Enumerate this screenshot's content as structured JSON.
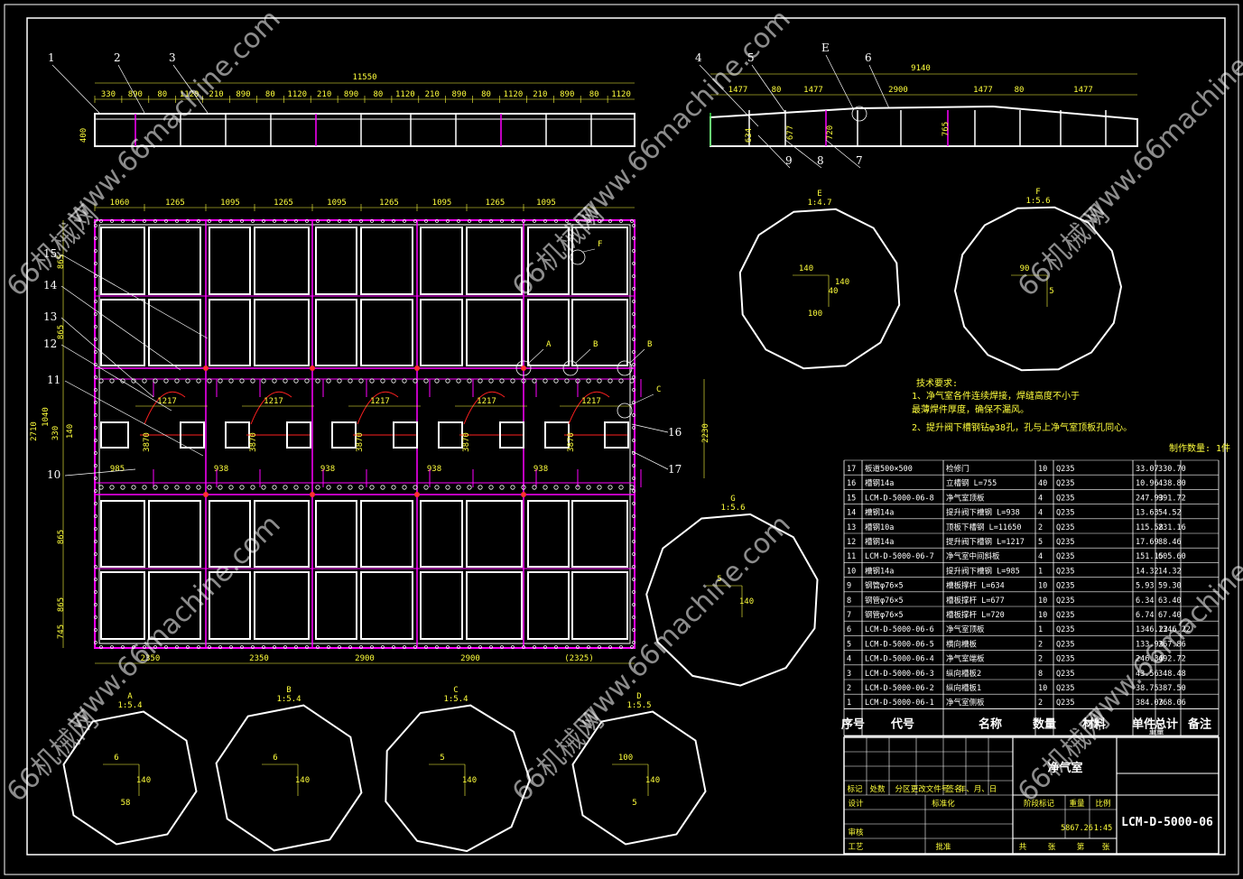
{
  "top_view": {
    "total_dim": "11550",
    "height_dim": "400",
    "segment_dims": [
      "330",
      "890",
      "80",
      "1120",
      "210",
      "890",
      "80",
      "1120",
      "210",
      "890",
      "80",
      "1120",
      "210",
      "890",
      "80",
      "1120",
      "210",
      "890",
      "80",
      "1120"
    ]
  },
  "side_view": {
    "total_dim": "9140",
    "segments": [
      "1477",
      "80",
      "1477",
      "2900",
      "1477",
      "80",
      "1477"
    ],
    "heights": [
      "634",
      "677",
      "720",
      "765"
    ]
  },
  "plan": {
    "top_dims": [
      "1060",
      "1265",
      "1095",
      "1265",
      "1095",
      "1265",
      "1095",
      "1265",
      "1095"
    ],
    "bottom_dims": [
      "2350",
      "2350",
      "2900",
      "2900",
      "(2325)"
    ],
    "left_dims": [
      "865",
      "865",
      "2710",
      "1040",
      "330",
      "140",
      "865",
      "865",
      "745"
    ],
    "right_dim": "2230",
    "inner_dims": [
      "1217",
      "1217",
      "1217",
      "1217",
      "1217"
    ],
    "inner_dims2": [
      "938",
      "938",
      "938",
      "938"
    ],
    "small_dims": [
      "985",
      "3870"
    ]
  },
  "part_labels": {
    "top": [
      "1",
      "2",
      "3",
      "4",
      "5",
      "E",
      "6",
      "9",
      "8",
      "7"
    ],
    "plan_left": [
      "15",
      "14",
      "13",
      "12",
      "11",
      "10"
    ],
    "plan_right": [
      "16",
      "17"
    ],
    "detail_tags": [
      "A",
      "B",
      "B",
      "C",
      "F"
    ]
  },
  "details": [
    {
      "label": "E",
      "scale": "1:4.7",
      "dims": [
        "140",
        "40",
        "100",
        "140"
      ]
    },
    {
      "label": "F",
      "scale": "1:5.6",
      "dims": [
        "90",
        "5"
      ]
    },
    {
      "label": "G",
      "scale": "1:5.6",
      "dims": [
        "5",
        "140"
      ]
    },
    {
      "label": "A",
      "scale": "1:5.4",
      "dims": [
        "6",
        "140",
        "58"
      ]
    },
    {
      "label": "B",
      "scale": "1:5.4",
      "dims": [
        "6",
        "140"
      ]
    },
    {
      "label": "C",
      "scale": "1:5.4",
      "dims": [
        "5",
        "140"
      ]
    },
    {
      "label": "D",
      "scale": "1:5.5",
      "dims": [
        "100",
        "140",
        "5"
      ]
    }
  ],
  "notes": {
    "title": "技术要求:",
    "lines": [
      "1、净气室各件连续焊接，焊缝高度不小于",
      "   最薄焊件厚度，确保不漏风。",
      "2、提升阀下槽钢钻φ38孔，孔与上净气室顶板孔同心。"
    ],
    "count": "制作数量: 1件"
  },
  "bom": {
    "headers": [
      "序号",
      "代号",
      "名称",
      "数量",
      "材料",
      "单件",
      "总计",
      "备注"
    ],
    "weight_header": "重量",
    "rows": [
      [
        "17",
        "板道500×500",
        "检修门",
        "10",
        "Q235",
        "33.07",
        "330.70"
      ],
      [
        "16",
        "槽钢14a",
        "立槽钢 L=755",
        "40",
        "Q235",
        "10.96",
        "438.80"
      ],
      [
        "15",
        "LCM-D-5000-06-8",
        "净气室顶板",
        "4",
        "Q235",
        "247.93",
        "991.72"
      ],
      [
        "14",
        "槽钢14a",
        "提升阀下槽钢 L=938",
        "4",
        "Q235",
        "13.63",
        "54.52"
      ],
      [
        "13",
        "槽钢10a",
        "顶板下槽钢 L=11650",
        "2",
        "Q235",
        "115.58",
        "231.16"
      ],
      [
        "12",
        "槽钢14a",
        "提升阀下槽钢 L=1217",
        "5",
        "Q235",
        "17.69",
        "88.46"
      ],
      [
        "11",
        "LCM-D-5000-06-7",
        "净气室中间斜板",
        "4",
        "Q235",
        "151.15",
        "605.60"
      ],
      [
        "10",
        "槽钢14a",
        "提升阀下槽钢 L=985",
        "1",
        "Q235",
        "14.32",
        "14.32"
      ],
      [
        "9",
        "钢管φ76×5",
        "槽板撑杆 L=634",
        "10",
        "Q235",
        "5.93",
        "59.30"
      ],
      [
        "8",
        "钢管φ76×5",
        "槽板撑杆 L=677",
        "10",
        "Q235",
        "6.34",
        "63.40"
      ],
      [
        "7",
        "钢管φ76×5",
        "槽板撑杆 L=720",
        "10",
        "Q235",
        "6.74",
        "67.40"
      ],
      [
        "6",
        "LCM-D-5000-06-6",
        "净气室顶板",
        "1",
        "Q235",
        "1346.22",
        "1346.22"
      ],
      [
        "5",
        "LCM-D-5000-06-5",
        "横向槽板",
        "2",
        "Q235",
        "133.93",
        "267.86"
      ],
      [
        "4",
        "LCM-D-5000-06-4",
        "净气室端板",
        "2",
        "Q235",
        "246.36",
        "492.72"
      ],
      [
        "3",
        "LCM-D-5000-06-3",
        "纵向槽板2",
        "8",
        "Q235",
        "43.56",
        "348.48"
      ],
      [
        "2",
        "LCM-D-5000-06-2",
        "纵向槽板1",
        "10",
        "Q235",
        "38.75",
        "387.50"
      ],
      [
        "1",
        "LCM-D-5000-06-1",
        "净气室侧板",
        "2",
        "Q235",
        "384.03",
        "768.06"
      ]
    ]
  },
  "title_block": {
    "part_name": "净气室",
    "drawing_no": "LCM-D-5000-06",
    "labels": [
      "标记",
      "处数",
      "分区",
      "更改文件号",
      "签名",
      "年、月、日",
      "设计",
      "标准化",
      "阶段标记",
      "重量",
      "比例",
      "审核",
      "工艺",
      "批准",
      "共",
      "张",
      "第",
      "张"
    ],
    "weight": "5867.26",
    "scale": "1:45"
  },
  "watermark": {
    "site": "www.66machine.com",
    "brand": "66机械网"
  },
  "colors": {
    "line": "#ffffff",
    "accent": "#ff00ff",
    "dim": "#ffff3c",
    "hidden": "#ff2020",
    "green": "#38e048"
  }
}
